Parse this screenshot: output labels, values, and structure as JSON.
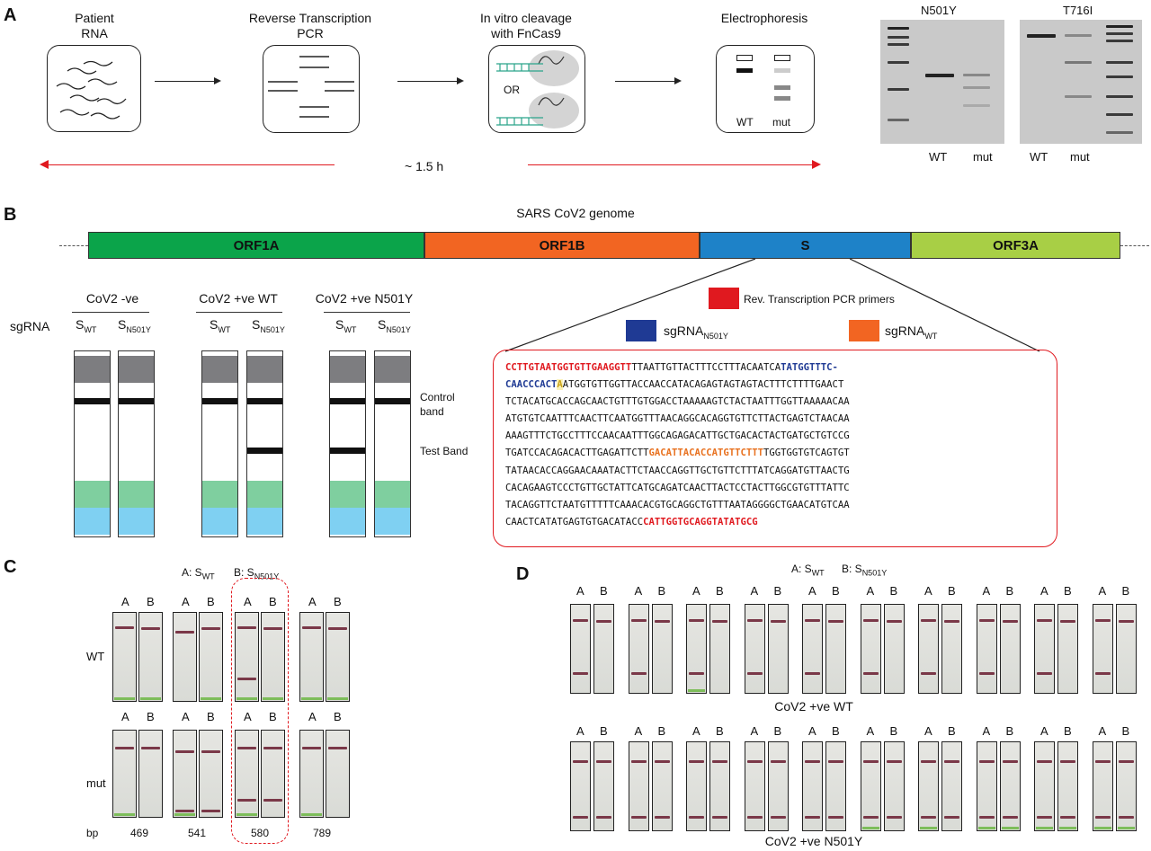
{
  "panelA": {
    "letter": "A",
    "steps": [
      "Patient\nRNA",
      "Reverse Transcription\nPCR",
      "In vitro cleavage\nwith FnCas9",
      "Electrophoresis"
    ],
    "or_label": "OR",
    "electro_labels": [
      "WT",
      "mut"
    ],
    "time_label": "~ 1.5 h",
    "gel_titles": [
      "N501Y",
      "T716I"
    ],
    "gel_lane_labels_1": [
      "WT",
      "mut"
    ],
    "gel_lane_labels_2": [
      "WT",
      "mut"
    ]
  },
  "panelB": {
    "letter": "B",
    "genome_title": "SARS CoV2 genome",
    "segments": [
      {
        "label": "ORF1A",
        "color": "#0ba44a"
      },
      {
        "label": "ORF1B",
        "color": "#f26522"
      },
      {
        "label": "S",
        "color": "#1e82c8"
      },
      {
        "label": "ORF3A",
        "color": "#a8cf45"
      }
    ],
    "sgrna_label": "sgRNA",
    "groups": [
      "CoV2 -ve",
      "CoV2 +ve WT",
      "CoV2 +ve N501Y"
    ],
    "lane_wt": {
      "main": "S",
      "sub": "WT"
    },
    "lane_mut": {
      "main": "S",
      "sub": "N501Y"
    },
    "control_band": "Control\nband",
    "test_band": "Test Band",
    "legend": {
      "primers": {
        "label": "Rev. Transcription PCR primers",
        "color": "#e0191f"
      },
      "sg_n501y": {
        "main": "sgRNA",
        "sub": "N501Y",
        "color": "#1f3a94"
      },
      "sg_wt": {
        "main": "sgRNA",
        "sub": "WT",
        "color": "#f26522"
      }
    },
    "sequence": {
      "l1a": "CCTTGTAATGGTGTTGAAGGTT",
      "l1b": "TTAATTGTTACTTTCCTTTACAATCA",
      "l1c": "TATGGTTTC-",
      "l2a": "CAACCCACT",
      "l2b": "A",
      "l2c": "ATGGTGTTGGTTACCAACCATACAGAGTAGTAGTACTTTCTTTTGAACT",
      "l3": "TCTACATGCACCAGCAACTGTTTGTGGACCTAAAAAGTCTACTAATTTGGTTAAAAACAA",
      "l4": "ATGTGTCAATTTCAACTTCAATGGTTTAACAGGCACAGGTGTTCTTACTGAGTCTAACAA",
      "l5": "AAAGTTTCTGCCTTTCCAACAATTTGGCAGAGACATTGCTGACACTACTGATGCTGTCCG",
      "l6a": "TGATCCACAGACACTTGAGATTCTT",
      "l6b": "GACATTACACCATGTTCTTT",
      "l6c": "TGGTGGTGTCAGTGT",
      "l7": "TATAACACCAGGAACAAATACTTCTAACCAGGTTGCTGTTCTTTATCAGGATGTTAACTG",
      "l8": "CACAGAAGTCCCTGTTGCTATTCATGCAGATCAACTTACTCCTACTTGGCGTGTTTATTC",
      "l9": "TACAGGTTCTAATGTTTTTCAAACACGTGCAGGCTGTTTAATAGGGGCTGAACATGTCAA",
      "l10a": "CAACTCATATGAGTGTGACATACC",
      "l10b": "CATTGGTGCAGGTATATGCG"
    }
  },
  "panelC": {
    "letter": "C",
    "legend_a": {
      "prefix": "A: S",
      "sub": "WT"
    },
    "legend_b": {
      "prefix": "B: S",
      "sub": "N501Y"
    },
    "row_labels": [
      "WT",
      "mut"
    ],
    "lane_labels": [
      "A",
      "B"
    ],
    "bp_label": "bp",
    "bp_values": [
      "469",
      "541",
      "580",
      "789"
    ]
  },
  "panelD": {
    "letter": "D",
    "legend_a": {
      "prefix": "A: S",
      "sub": "WT"
    },
    "legend_b": {
      "prefix": "B: S",
      "sub": "N501Y"
    },
    "lane_labels": [
      "A",
      "B"
    ],
    "row_labels": [
      "CoV2 +ve WT",
      "CoV2 +ve N501Y"
    ]
  }
}
